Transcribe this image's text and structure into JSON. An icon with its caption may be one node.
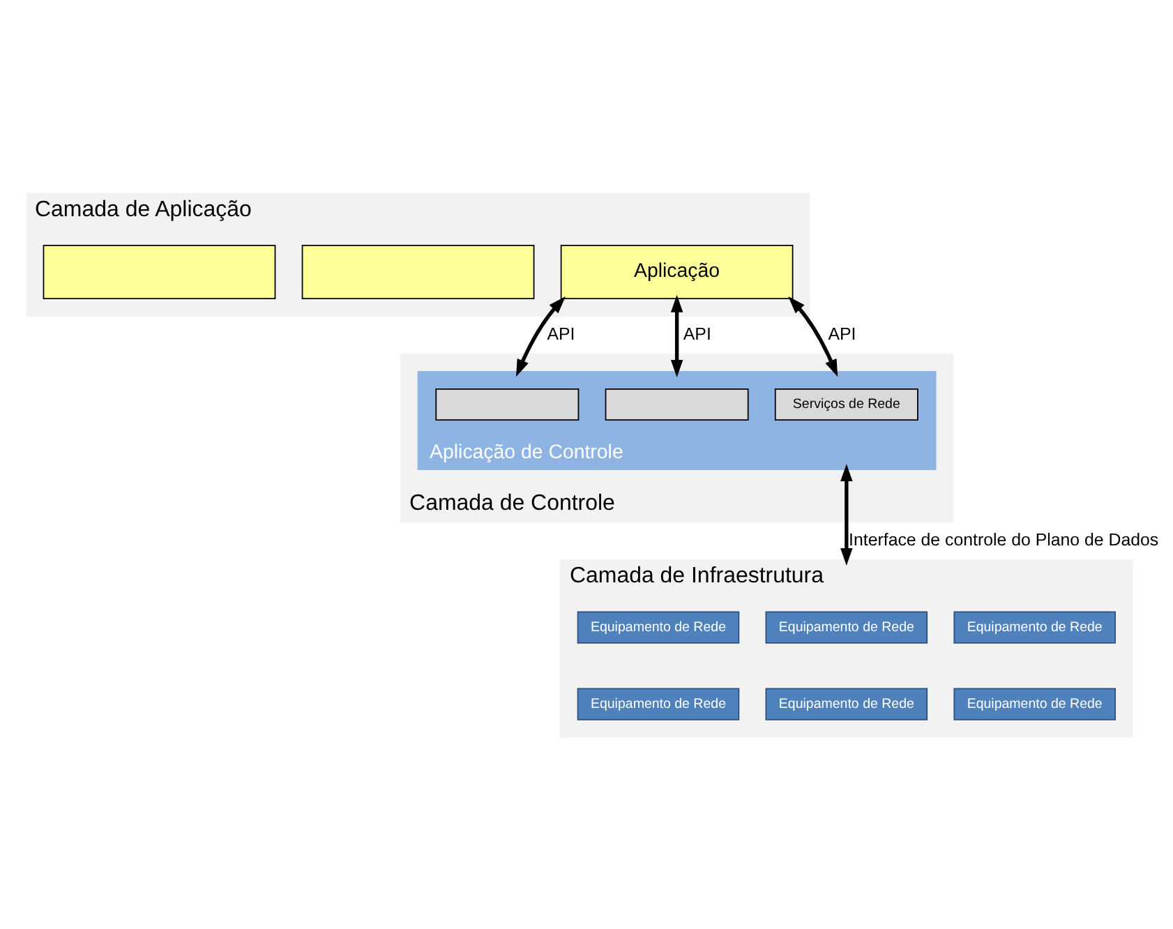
{
  "diagram": {
    "nodes": [
      {
        "text": [
          "Camada de Aplicação"
        ]
      },
      {
        "text": [],
        "shape": "box",
        "in": 0
      },
      {
        "text": [],
        "shape": "box",
        "in": 0
      },
      {
        "text": [
          "Aplicação"
        ],
        "in": 0
      },
      {
        "text": [
          "Camada de Controle"
        ]
      },
      {
        "text": [
          "Aplicação de Controle"
        ],
        "in": 4
      },
      {
        "text": [],
        "shape": "box",
        "in": 5
      },
      {
        "text": [],
        "shape": "box",
        "in": 5
      },
      {
        "text": [
          "Serviços de Rede"
        ],
        "in": 5
      },
      {
        "text": [
          "Camada de Infraestrutura"
        ]
      },
      {
        "text": [
          "Equipamento de Rede"
        ],
        "in": 9
      },
      {
        "text": [
          "Equipamento de Rede"
        ],
        "in": 9
      },
      {
        "text": [
          "Equipamento de Rede"
        ],
        "in": 9
      },
      {
        "text": [
          "Equipamento de Rede"
        ],
        "in": 9
      },
      {
        "text": [
          "Equipamento de Rede"
        ],
        "in": 9
      },
      {
        "text": [
          "Equipamento de Rede"
        ],
        "in": 9
      }
    ],
    "edges": [
      {
        "from": 3,
        "to": 5,
        "arrow": "both",
        "label": "API"
      },
      {
        "from": 3,
        "to": 5,
        "arrow": "both",
        "label": "API"
      },
      {
        "from": 3,
        "to": 5,
        "arrow": "both",
        "label": "API"
      },
      {
        "from": 5,
        "to": 9,
        "arrow": "both",
        "label": "Interface de controle do Plano de Dados"
      }
    ]
  }
}
